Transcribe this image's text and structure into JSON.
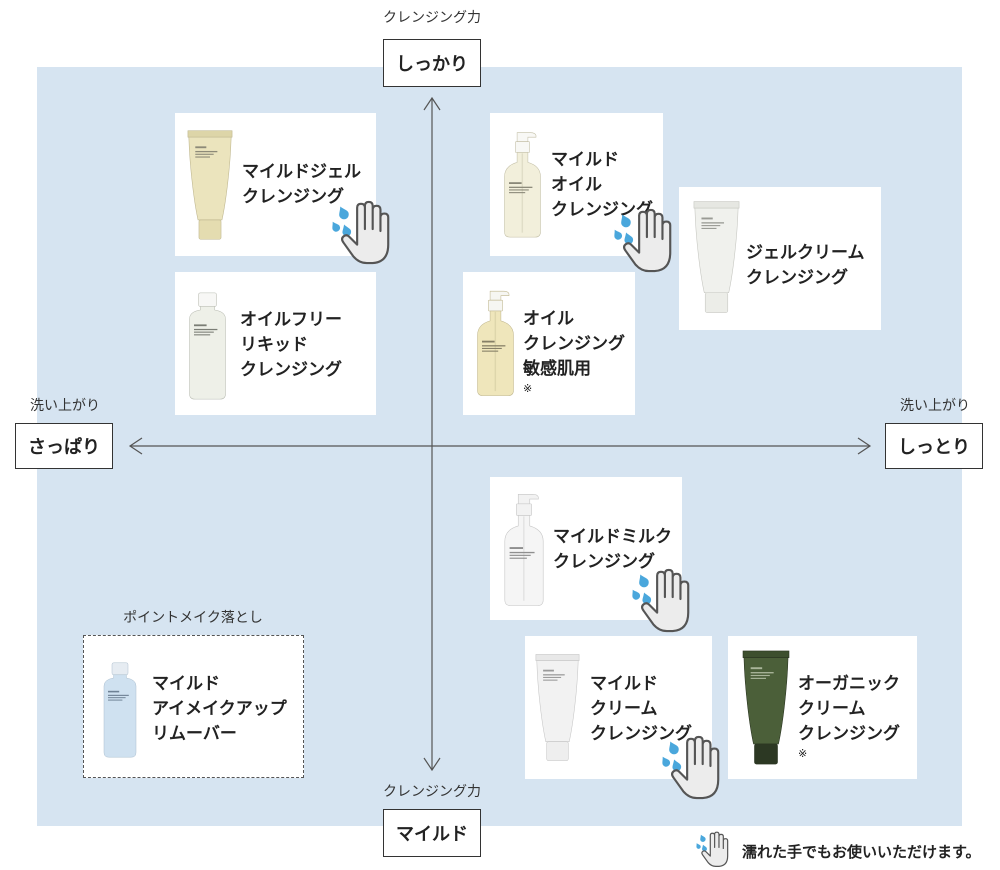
{
  "colors": {
    "map_background": "#d6e4f1",
    "water_drop": "#4aa7dc",
    "text": "#222222"
  },
  "vertical_axis": {
    "caption_top": "クレンジング力",
    "top_label": "しっかり",
    "caption_bottom": "クレンジング力",
    "bottom_label": "マイルド"
  },
  "horizontal_axis": {
    "caption_left": "洗い上がり",
    "left_label": "さっぱり",
    "caption_right": "洗い上がり",
    "right_label": "しっとり"
  },
  "products": [
    {
      "lines": [
        "マイルドジェル",
        "クレンジング"
      ],
      "icon": "wet-hand-icon"
    },
    {
      "lines": [
        "オイルフリー",
        "リキッド",
        "クレンジング"
      ]
    },
    {
      "lines": [
        "マイルド",
        "オイル",
        "クレンジング"
      ],
      "icon": "wet-hand-icon"
    },
    {
      "lines": [
        "ジェルクリーム",
        "クレンジング"
      ]
    },
    {
      "lines": [
        "オイル",
        "クレンジング",
        "敏感肌用"
      ],
      "note": "※"
    },
    {
      "lines": [
        "マイルドミルク",
        "クレンジング"
      ],
      "icon": "wet-hand-icon"
    },
    {
      "lines": [
        "マイルド",
        "クリーム",
        "クレンジング"
      ],
      "icon": "wet-hand-icon"
    },
    {
      "lines": [
        "オーガニック",
        "クリーム",
        "クレンジング"
      ],
      "note": "※"
    }
  ],
  "point_makeup": {
    "caption": "ポイントメイク落とし",
    "lines": [
      "マイルド",
      "アイメイクアップ",
      "リムーバー"
    ]
  },
  "legend": {
    "icon": "wet-hand-icon",
    "text": "濡れた手でもお使いいただけます。"
  }
}
